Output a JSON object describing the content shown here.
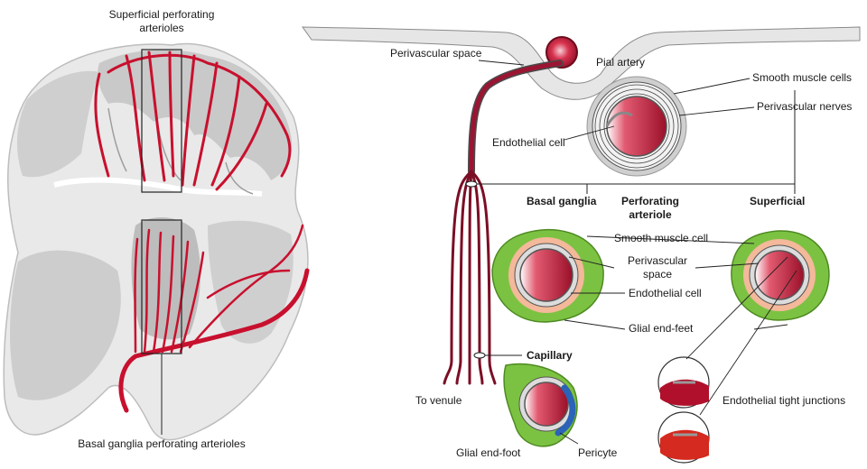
{
  "left_panel": {
    "superficial_label": "Superficial perforating\narterioles",
    "basal_label": "Basal ganglia perforating arterioles"
  },
  "right_panel": {
    "perivascular_space": "Perivascular space",
    "pial_artery": "Pial artery",
    "smooth_muscle_cells": "Smooth muscle cells",
    "perivascular_nerves": "Perivascular nerves",
    "endothelial_cell_top": "Endothelial cell",
    "heading_basal": "Basal ganglia",
    "heading_perforating": "Perforating\narteriole",
    "heading_superficial": "Superficial",
    "smooth_muscle_cell": "Smooth muscle cell",
    "perivascular_space_mid": "Perivascular\nspace",
    "endothelial_cell_mid": "Endothelial cell",
    "glial_end_feet": "Glial end-feet",
    "capillary": "Capillary",
    "to_venule": "To venule",
    "glial_end_foot": "Glial end-foot",
    "pericyte": "Pericyte",
    "tight_junctions": "Endothelial tight junctions"
  },
  "colors": {
    "artery_red": "#c8102e",
    "vessel_dark": "#8a0f2a",
    "glia_green": "#7cc242",
    "perivascular_peach": "#f4b89a",
    "pericyte_blue": "#2a63b8",
    "grey_matter": "#c9c9c9",
    "white_matter": "#eeeeee"
  }
}
